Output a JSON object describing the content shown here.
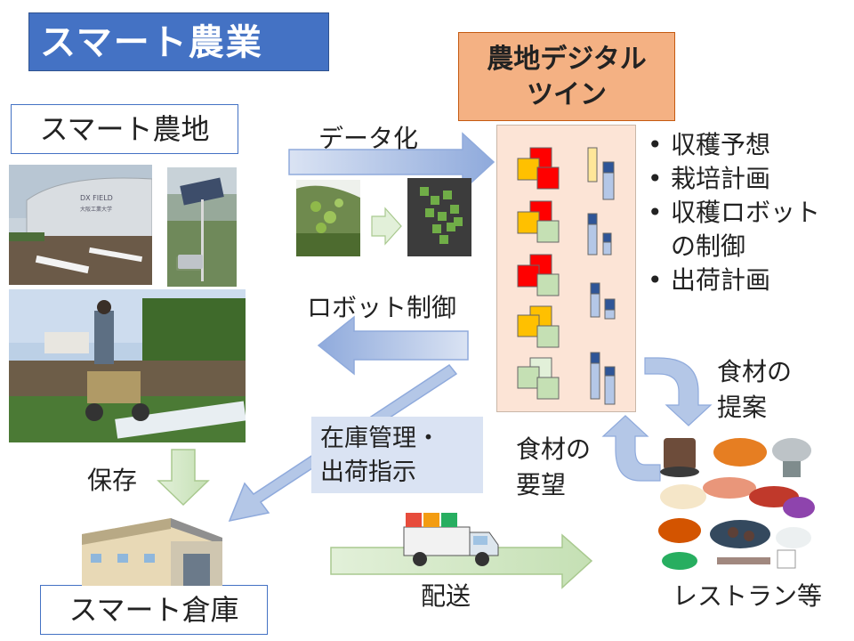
{
  "title": "スマート農業",
  "digital_twin": {
    "line1": "農地デジタル",
    "line2": "ツイン"
  },
  "smart_farm_label": "スマート農地",
  "smart_warehouse_label": "スマート倉庫",
  "arrows": {
    "datafication": "データ化",
    "robot_control": "ロボット制御",
    "storage": "保存",
    "delivery": "配送",
    "ingredient_proposal_1": "食材の",
    "ingredient_proposal_2": "提案",
    "ingredient_request_1": "食材の",
    "ingredient_request_2": "要望"
  },
  "inventory_box": {
    "line1": "在庫管理・",
    "line2": "出荷指示"
  },
  "bullets": [
    "収穫予想",
    "栽培計画",
    "収穫ロボット",
    "の制御",
    "出荷計画"
  ],
  "restaurant_label": "レストラン等",
  "photo_sign_text": {
    "brand": "DX FIELD",
    "university": "大阪工業大学"
  },
  "colors": {
    "title_blue": "#4472c4",
    "twin_orange": "#f4b183",
    "panel": "#fce4d6",
    "arrow_blue": "#8faadc",
    "arrow_green": "#c5e0b4"
  }
}
